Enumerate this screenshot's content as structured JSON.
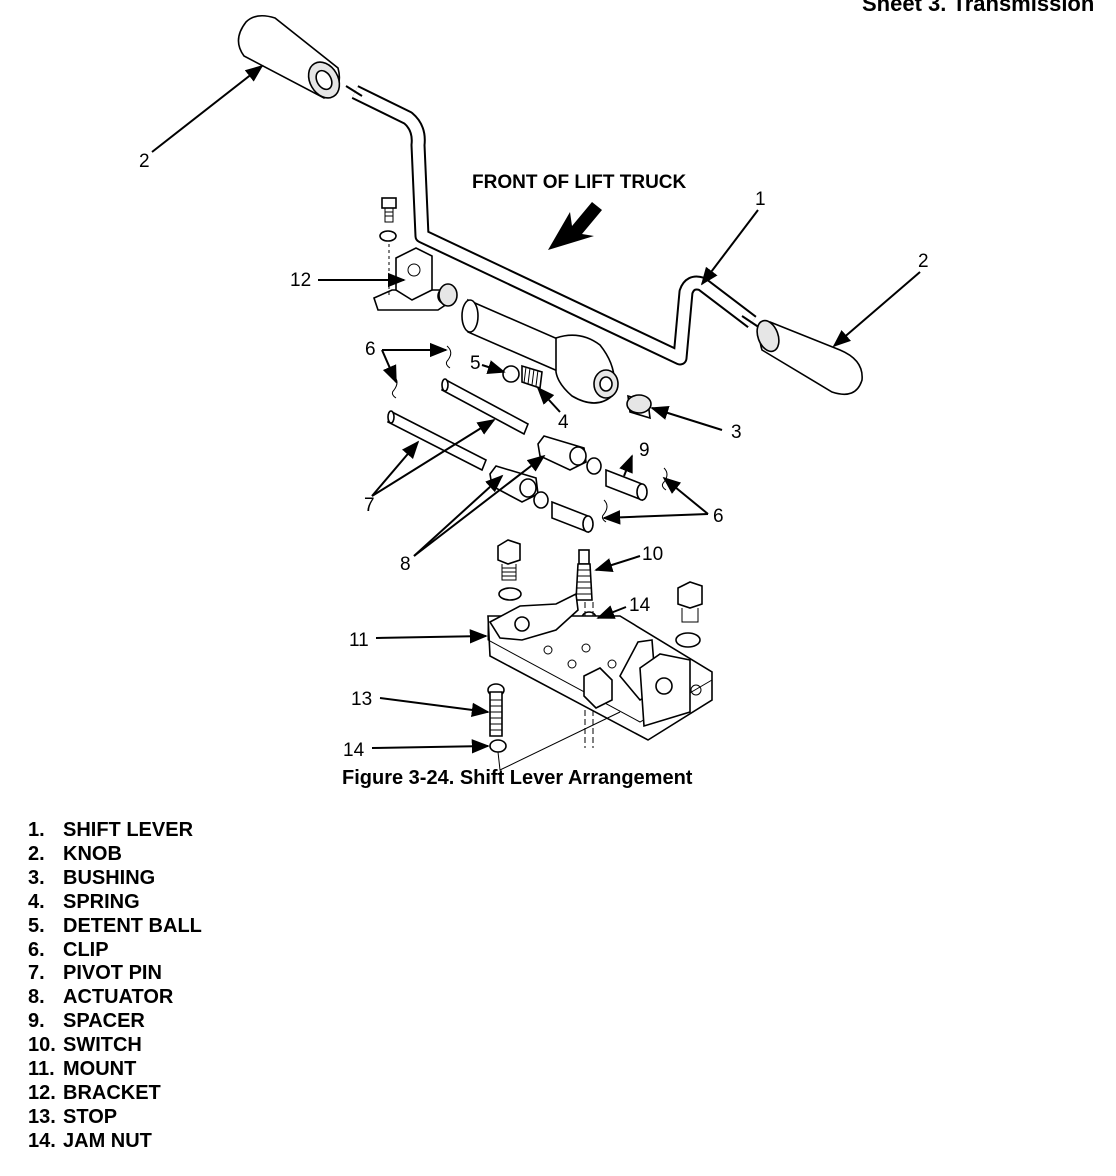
{
  "header": {
    "title": "Sheet 3. Transmission"
  },
  "diagram": {
    "direction_note": "FRONT OF LIFT TRUCK",
    "callouts": {
      "c1": "1",
      "c2a": "2",
      "c2b": "2",
      "c3": "3",
      "c4": "4",
      "c5": "5",
      "c6a": "6",
      "c6b": "6",
      "c7": "7",
      "c8": "8",
      "c9": "9",
      "c10": "10",
      "c11": "11",
      "c12": "12",
      "c13": "13",
      "c14a": "14",
      "c14b": "14"
    }
  },
  "figure": {
    "caption": "Figure 3-24. Shift Lever Arrangement"
  },
  "legend": [
    {
      "num": "1.",
      "label": "SHIFT LEVER"
    },
    {
      "num": "2.",
      "label": "KNOB"
    },
    {
      "num": "3.",
      "label": "BUSHING"
    },
    {
      "num": "4.",
      "label": "SPRING"
    },
    {
      "num": "5.",
      "label": "DETENT BALL"
    },
    {
      "num": "6.",
      "label": "CLIP"
    },
    {
      "num": "7.",
      "label": "PIVOT PIN"
    },
    {
      "num": "8.",
      "label": "ACTUATOR"
    },
    {
      "num": "9.",
      "label": "SPACER"
    },
    {
      "num": "10.",
      "label": "SWITCH"
    },
    {
      "num": "11.",
      "label": "MOUNT"
    },
    {
      "num": "12.",
      "label": "BRACKET"
    },
    {
      "num": "13.",
      "label": "STOP"
    },
    {
      "num": "14.",
      "label": "JAM NUT"
    }
  ]
}
